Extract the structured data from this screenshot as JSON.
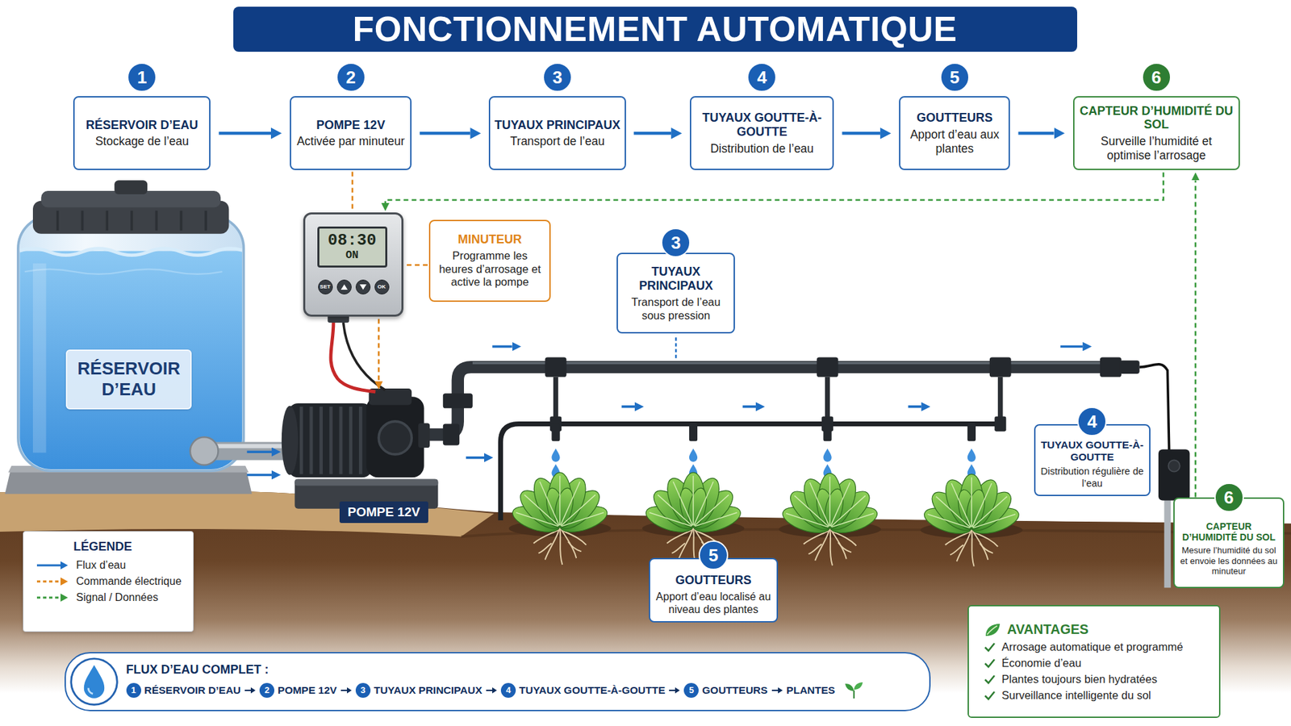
{
  "diagram": {
    "title": "FONCTIONNEMENT AUTOMATIQUE",
    "nodes": [
      {
        "text": [
          "1",
          "RÉSERVOIR D’EAU",
          "Stockage de l’eau"
        ]
      },
      {
        "text": [
          "2",
          "POMPE 12V",
          "Activée par minuteur"
        ]
      },
      {
        "text": [
          "3",
          "TUYAUX PRINCIPAUX",
          "Transport de l’eau"
        ]
      },
      {
        "text": [
          "4",
          "TUYAUX GOUTTE-À-GOUTTE",
          "Distribution de l’eau"
        ]
      },
      {
        "text": [
          "5",
          "GOUTTEURS",
          "Apport d’eau aux plantes"
        ]
      },
      {
        "text": [
          "6",
          "CAPTEUR D’HUMIDITÉ DU SOL",
          "Surveille l’humidité et optimise l’arrosage"
        ]
      },
      {
        "text": [
          "08:30",
          "ON",
          "SET",
          "OK"
        ]
      },
      {
        "text": [
          "MINUTEUR",
          "Programme les heures d’arrosage et active la pompe"
        ]
      },
      {
        "text": [
          "3",
          "TUYAUX PRINCIPAUX",
          "Transport de l’eau sous pression"
        ]
      },
      {
        "text": [
          "RÉSERVOIR D’EAU"
        ]
      },
      {
        "text": [
          "4",
          "TUYAUX GOUTTE-À-GOUTTE",
          "Distribution régulière de l’eau"
        ]
      },
      {
        "text": [
          "6",
          "CAPTEUR D’HUMIDITÉ DU SOL",
          "Mesure l’humidité du sol et envoie les données au minuteur"
        ]
      },
      {
        "text": [
          "POMPE 12V"
        ]
      },
      {
        "text": [
          "LÉGENDE"
        ]
      },
      {
        "text": [
          "5",
          "GOUTTEURS",
          "Apport d’eau localisé au niveau des plantes"
        ]
      },
      {
        "text": [
          "AVANTAGES",
          "Arrosage automatique et programmé",
          "Économie d’eau",
          "Plantes toujours bien hydratées",
          "Surveillance intelligente du sol"
        ]
      },
      {
        "text": [
          "FLUX D’EAU COMPLET :",
          "1",
          "RÉSERVOIR D’EAU",
          "2",
          "POMPE 12V",
          "3",
          "TUYAUX PRINCIPAUX",
          "4",
          "TUYAUX GOUTTE-À-GOUTTE",
          "5",
          "GOUTTEURS",
          "PLANTES"
        ]
      }
    ],
    "edges": [
      {
        "from": 0,
        "to": 1,
        "arrow": "to"
      },
      {
        "from": 1,
        "to": 2,
        "arrow": "to"
      },
      {
        "from": 2,
        "to": 3,
        "arrow": "to"
      },
      {
        "from": 3,
        "to": 4,
        "arrow": "to"
      },
      {
        "from": 4,
        "to": 5,
        "arrow": "to"
      },
      {
        "from": 1,
        "to": 6,
        "arrow": "none"
      },
      {
        "from": 6,
        "to": 12,
        "arrow": "to"
      },
      {
        "from": 7,
        "to": 6,
        "arrow": "none"
      },
      {
        "from": 11,
        "to": 5,
        "arrow": "to"
      },
      {
        "from": 5,
        "to": 6,
        "arrow": "to"
      }
    ],
    "legend": [
      {
        "text": "Flux d’eau"
      },
      {
        "text": "Commande électrique"
      },
      {
        "text": "Signal / Données"
      }
    ]
  }
}
